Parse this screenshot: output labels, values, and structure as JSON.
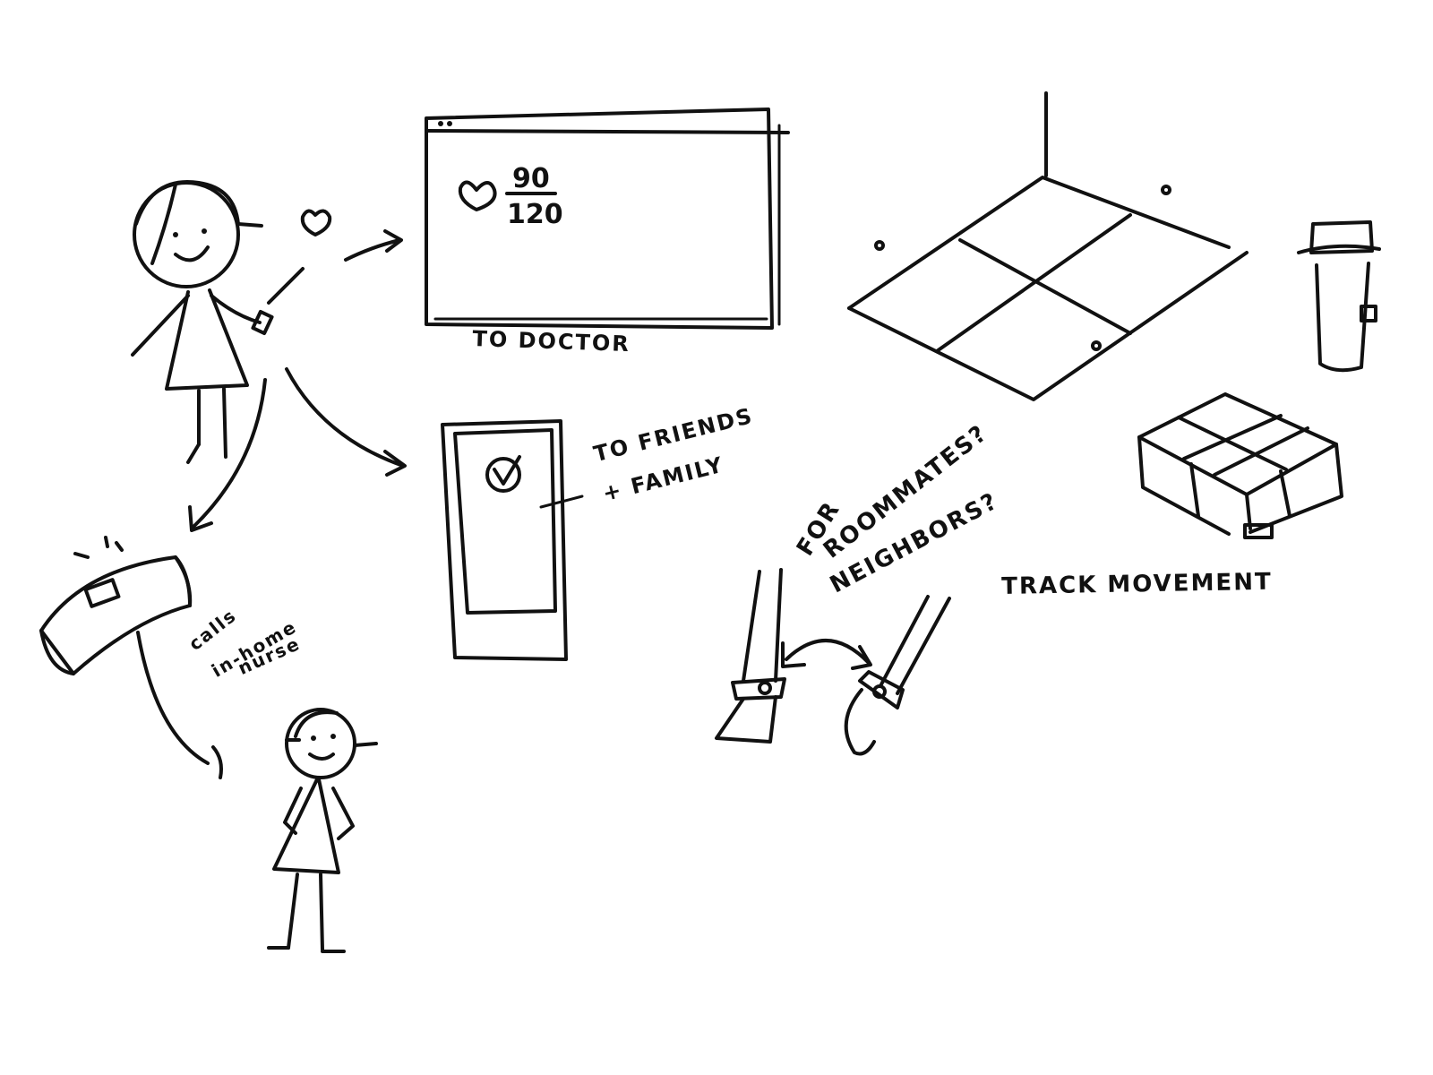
{
  "labels": {
    "to_doctor": "TO DOCTOR",
    "to_friends_line1": "TO FRIENDS",
    "to_friends_line2": "+ FAMILY",
    "calls_line1": "calls",
    "calls_line2": "in-home",
    "calls_line3": "nurse",
    "roommates_line1": "FOR",
    "roommates_line2": "ROOMMATES?",
    "roommates_line3": "NEIGHBORS?",
    "track_movement": "TRACK MOVEMENT"
  },
  "reading": {
    "numerator": "90",
    "denominator": "120"
  },
  "icons": [
    "heart-icon",
    "check-circle-icon"
  ]
}
